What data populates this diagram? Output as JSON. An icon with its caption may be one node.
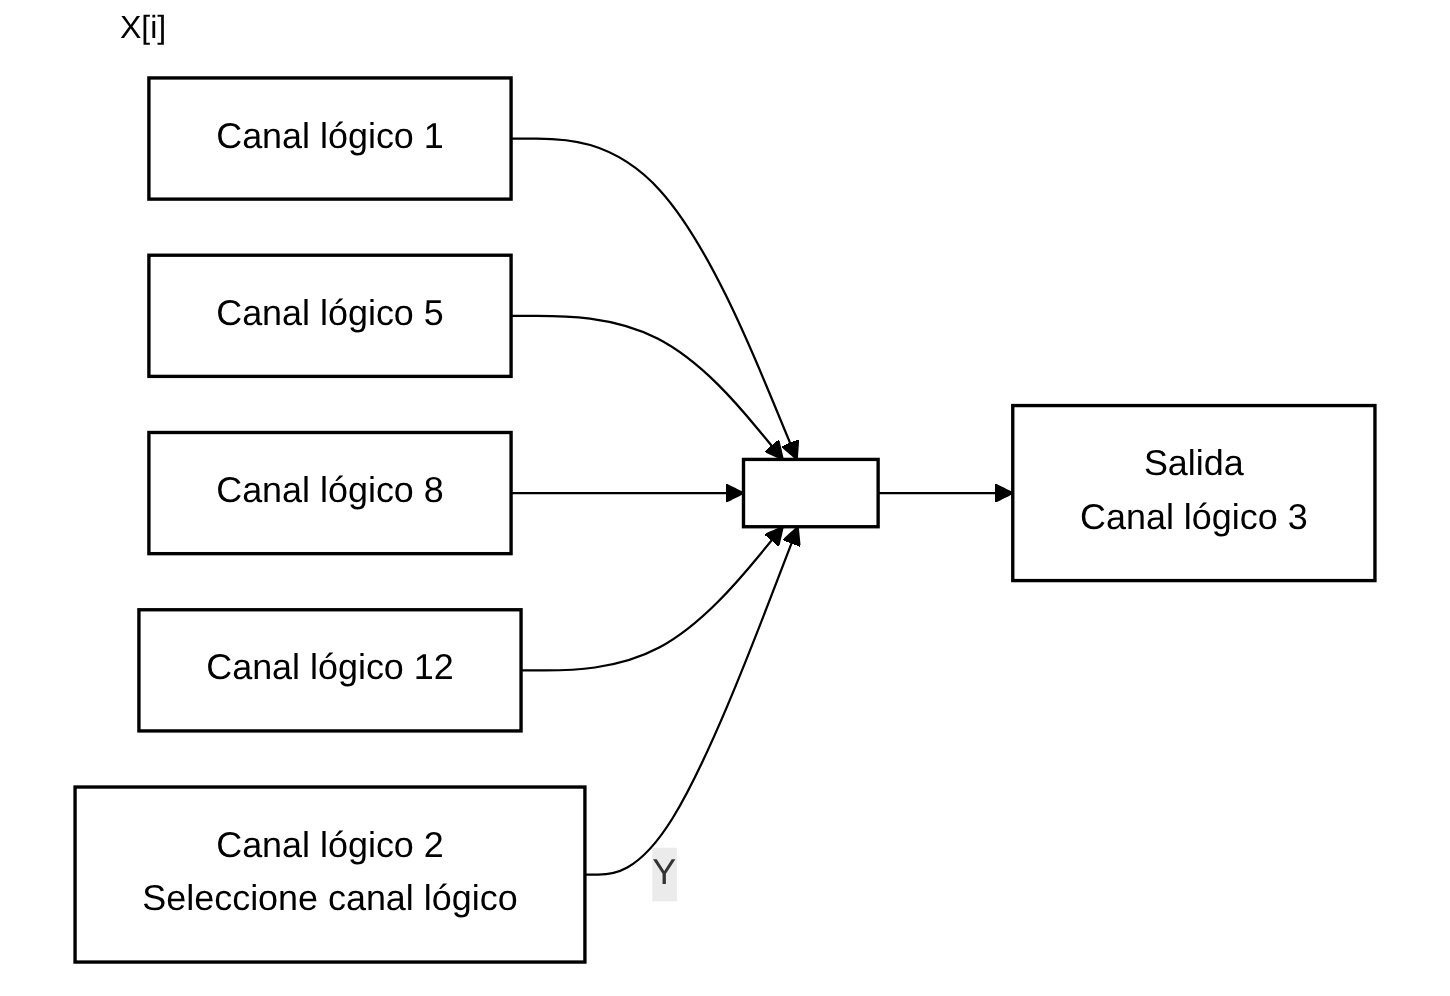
{
  "diagram": {
    "nodes": [
      {
        "text": [
          "Canal lógico 1"
        ]
      },
      {
        "text": [
          "Canal lógico 5"
        ]
      },
      {
        "text": [
          "Canal lógico 8"
        ]
      },
      {
        "text": [
          "Canal lógico 12"
        ]
      },
      {
        "text": [],
        "shape": "box"
      },
      {
        "text": [
          "Salida",
          "Canal lógico 3"
        ]
      },
      {
        "text": [
          "Canal lógico 2",
          "Seleccione canal lógico"
        ]
      }
    ],
    "edges": [
      {
        "from": 0,
        "to": 4,
        "arrow": "to"
      },
      {
        "from": 1,
        "to": 4,
        "arrow": "to"
      },
      {
        "from": 2,
        "to": 4,
        "arrow": "to"
      },
      {
        "from": 3,
        "to": 4,
        "arrow": "to"
      },
      {
        "from": 4,
        "to": 5,
        "arrow": "to"
      },
      {
        "from": 6,
        "to": 4,
        "label": "Y",
        "arrow": "to"
      }
    ],
    "labels": [
      "X[i]"
    ]
  }
}
